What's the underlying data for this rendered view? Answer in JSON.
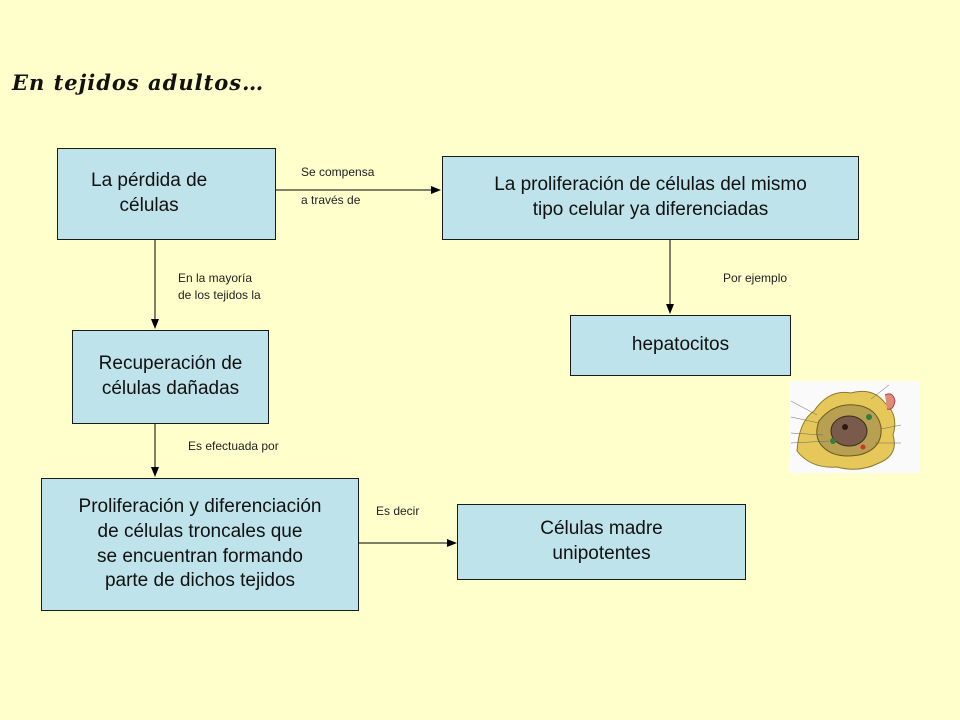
{
  "title": "En tejidos adultos…",
  "boxes": {
    "perdida": "La pérdida de\ncélulas",
    "proliferacion_mismo": "La proliferación de células del mismo\ntipo celular ya diferenciadas",
    "hepatocitos": "hepatocitos",
    "recuperacion": "Recuperación de\ncélulas dañadas",
    "troncales": "Proliferación y diferenciación\nde células troncales que\nse encuentran formando\nparte de dichos tejidos",
    "unipotentes": "Células madre\nunipotentes"
  },
  "labels": {
    "se_compensa": "Se compensa",
    "a_traves_de": "a través de",
    "en_la_mayoria": "En la mayoría\nde los tejidos la",
    "por_ejemplo": "Por ejemplo",
    "es_efectuada_por": "Es efectuada por",
    "es_decir": "Es decir"
  },
  "colors": {
    "box_fill": "#bfe3ea",
    "background": "#ffffcc"
  }
}
